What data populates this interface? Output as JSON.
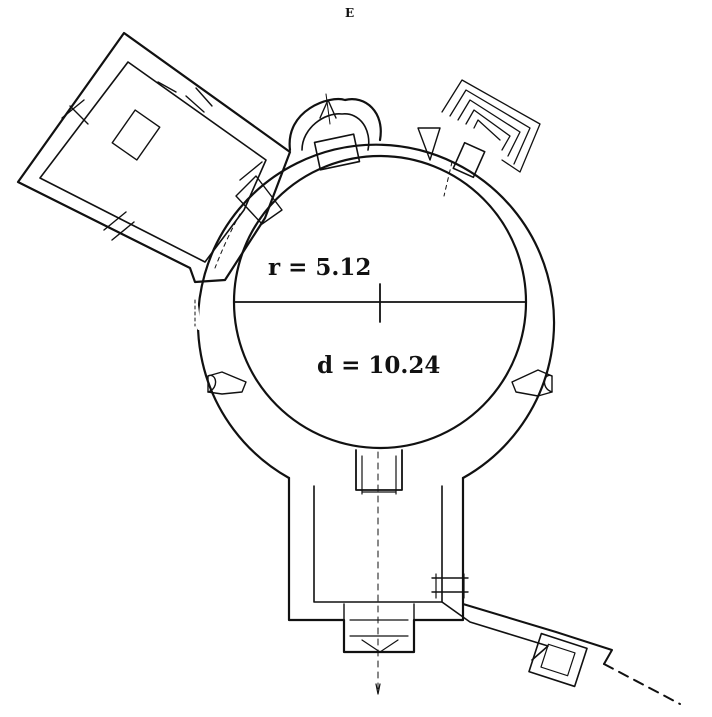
{
  "plan": {
    "orientation": "E",
    "radius_label": "r = 5.12",
    "diameter_label": "d = 10.24"
  },
  "colors": {
    "ink": "#111111",
    "paper": "#ffffff"
  }
}
